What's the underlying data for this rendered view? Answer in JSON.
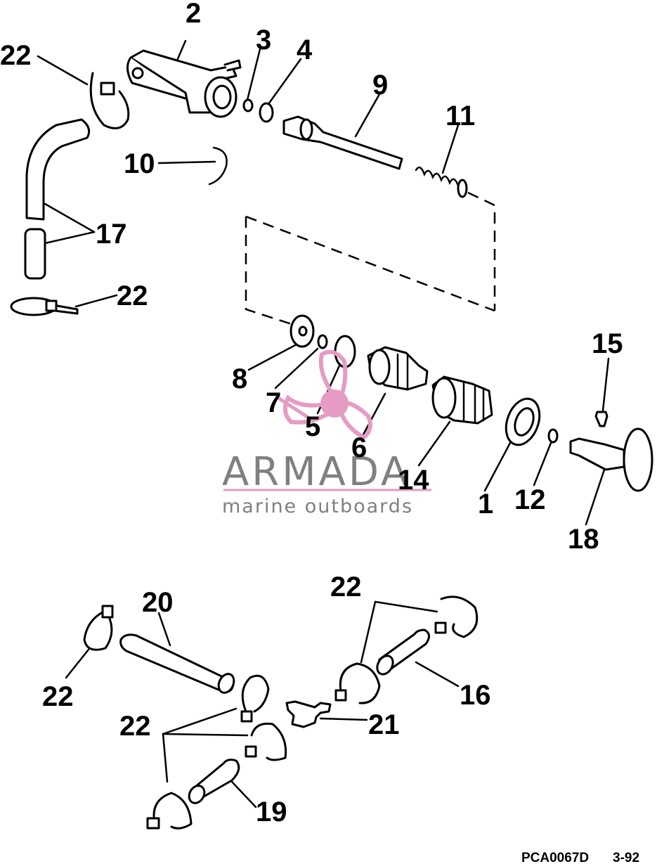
{
  "callouts": {
    "c1": "1",
    "c2": "2",
    "c3": "3",
    "c4": "4",
    "c5": "5",
    "c6": "6",
    "c7": "7",
    "c8": "8",
    "c9": "9",
    "c10": "10",
    "c11": "11",
    "c12": "12",
    "c14": "14",
    "c15": "15",
    "c16": "16",
    "c17": "17",
    "c18": "18",
    "c19": "19",
    "c20": "20",
    "c21": "21",
    "c22_top_left": "22",
    "c22_mid_left": "22",
    "c22_bottom_top": "22",
    "c22_bottom_left": "22",
    "c22_bottom_center": "22"
  },
  "watermark": {
    "name": "ARMADA",
    "tagline": "marine outboards",
    "accent_color": "#e59bc4",
    "text_color": "#808080"
  },
  "footer": {
    "code": "PCA0067D",
    "date": "3-92"
  }
}
